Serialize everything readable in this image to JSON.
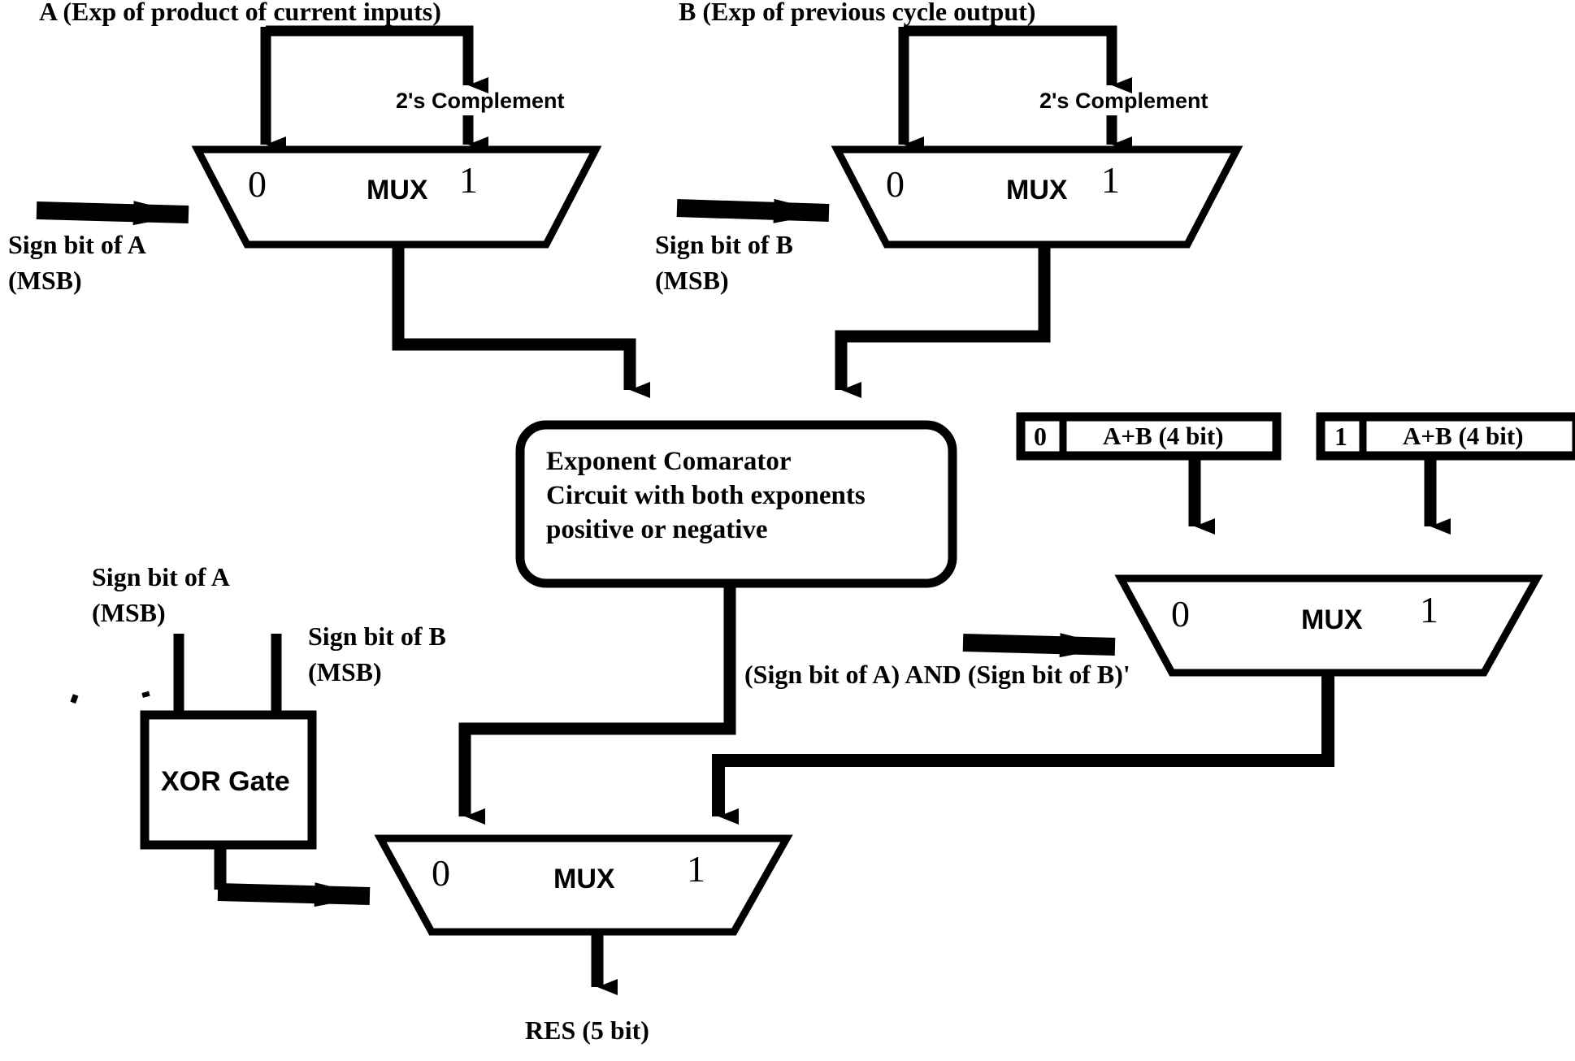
{
  "diagram": {
    "title_hidden": "",
    "inputs": {
      "a_label": "A (Exp of product of current inputs)",
      "b_label": "B (Exp of previous cycle output)"
    },
    "twos_complement": {
      "a_box_label": "2's Complement",
      "b_box_label": "2's Complement"
    },
    "mux_a": {
      "name": "MUX",
      "port0": "0",
      "port1": "1",
      "select_label_line1": "Sign bit of A",
      "select_label_line2": "(MSB)"
    },
    "mux_b": {
      "name": "MUX",
      "port0": "0",
      "port1": "1",
      "select_label_line1": "Sign bit of B",
      "select_label_line2": "(MSB)"
    },
    "comparator": {
      "line1": "Exponent Comarator",
      "line2": "Circuit with both exponents",
      "line3": "positive or negative"
    },
    "sum_boxes": [
      {
        "bit": "0",
        "label": "A+B (4 bit)"
      },
      {
        "bit": "1",
        "label": "A+B (4 bit)"
      }
    ],
    "mux_right": {
      "name": "MUX",
      "port0": "0",
      "port1": "1",
      "select_label": "(Sign bit of A) AND (Sign bit of B)'"
    },
    "xor_gate": {
      "name": "XOR Gate",
      "input_a_line1": "Sign bit of A",
      "input_a_line2": "(MSB)",
      "input_b_line1": "Sign bit of B",
      "input_b_line2": "(MSB)"
    },
    "mux_out": {
      "name": "MUX",
      "port0": "0",
      "port1": "1"
    },
    "output": {
      "label": "RES (5 bit)"
    },
    "colors": {
      "stroke": "#000000",
      "background": "#ffffff"
    }
  }
}
